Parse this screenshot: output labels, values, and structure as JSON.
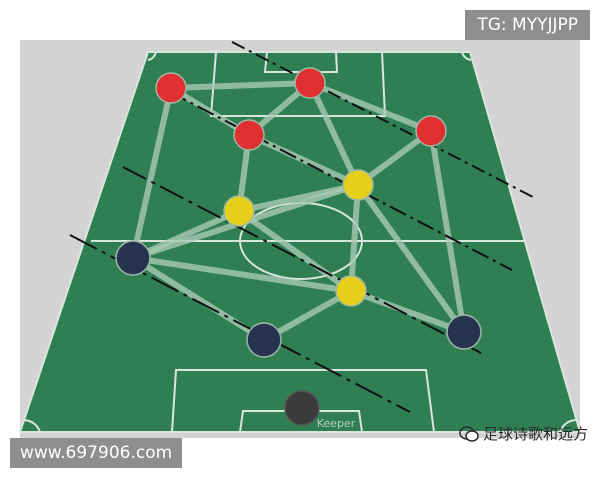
{
  "watermark_top": "TG: MYYJJPP",
  "watermark_bottom": "www.697906.com",
  "wechat_credit": "足球诗歌和远方",
  "keeper_label": "Keeper",
  "colors": {
    "background": "#d3d3d3",
    "pitch": "#2f7f52",
    "pitch_lines": "#d8e6dc",
    "link": "#a9cbb4",
    "forward": "#e03030",
    "midfielder": "#e6cf1a",
    "defender": "#26344f",
    "keeper": "#3a3a3a"
  },
  "players": [
    {
      "id": "fwd-left",
      "role": "forward"
    },
    {
      "id": "fwd-center",
      "role": "forward"
    },
    {
      "id": "fwd-mid",
      "role": "forward"
    },
    {
      "id": "fwd-right",
      "role": "forward"
    },
    {
      "id": "mid-upper-right",
      "role": "midfielder"
    },
    {
      "id": "mid-left",
      "role": "midfielder"
    },
    {
      "id": "mid-lower",
      "role": "midfielder"
    },
    {
      "id": "def-left",
      "role": "defender"
    },
    {
      "id": "def-center",
      "role": "defender"
    },
    {
      "id": "def-right",
      "role": "defender"
    },
    {
      "id": "keeper",
      "role": "keeper"
    }
  ],
  "connections": [
    [
      "fwd-left",
      "fwd-center"
    ],
    [
      "fwd-left",
      "fwd-mid"
    ],
    [
      "fwd-left",
      "def-left"
    ],
    [
      "fwd-center",
      "fwd-mid"
    ],
    [
      "fwd-center",
      "mid-upper-right"
    ],
    [
      "fwd-center",
      "fwd-right"
    ],
    [
      "fwd-mid",
      "mid-left"
    ],
    [
      "fwd-mid",
      "mid-upper-right"
    ],
    [
      "fwd-right",
      "mid-upper-right"
    ],
    [
      "fwd-right",
      "def-right"
    ],
    [
      "mid-upper-right",
      "mid-left"
    ],
    [
      "mid-upper-right",
      "def-left"
    ],
    [
      "mid-upper-right",
      "mid-lower"
    ],
    [
      "mid-upper-right",
      "def-right"
    ],
    [
      "mid-left",
      "def-left"
    ],
    [
      "mid-left",
      "mid-lower"
    ],
    [
      "def-left",
      "def-center"
    ],
    [
      "def-left",
      "mid-lower"
    ],
    [
      "mid-lower",
      "def-center"
    ],
    [
      "mid-lower",
      "def-right"
    ]
  ]
}
